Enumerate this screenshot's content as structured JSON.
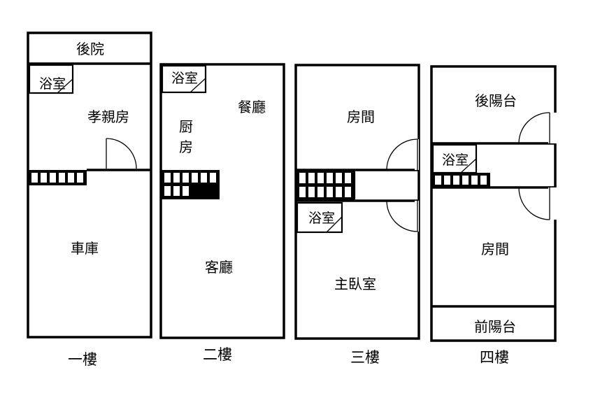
{
  "floors": [
    {
      "caption": "一樓",
      "rooms": {
        "backyard": "後院",
        "bath": "浴室",
        "elder_room": "孝親房",
        "garage": "車庫"
      }
    },
    {
      "caption": "二樓",
      "rooms": {
        "bath": "浴室",
        "dining": "餐廳",
        "kitchen_1": "厨",
        "kitchen_2": "房",
        "living": "客廳"
      }
    },
    {
      "caption": "三樓",
      "rooms": {
        "room": "房間",
        "bath": "浴室",
        "master": "主臥室"
      }
    },
    {
      "caption": "四樓",
      "rooms": {
        "rear_balcony": "後陽台",
        "bath": "浴室",
        "room": "房間",
        "front_balcony": "前陽台"
      }
    }
  ]
}
